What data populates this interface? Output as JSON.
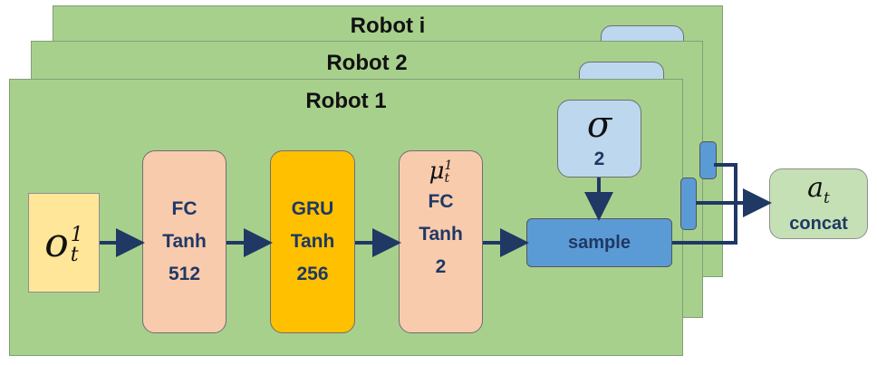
{
  "panels": {
    "robot_i": "Robot i",
    "robot_2": "Robot 2",
    "robot_1": "Robot 1"
  },
  "observation": {
    "symbol": "o",
    "superscript": "1",
    "subscript": "t"
  },
  "layers": {
    "fc1": {
      "line1": "FC",
      "line2": "Tanh",
      "line3": "512"
    },
    "gru": {
      "line1": "GRU",
      "line2": "Tanh",
      "line3": "256"
    },
    "fc2": {
      "mu_symbol": "μ",
      "mu_superscript": "1",
      "mu_subscript": "t",
      "line1": "FC",
      "line2": "Tanh",
      "line3": "2"
    }
  },
  "sigma": {
    "symbol": "σ",
    "value": "2"
  },
  "sample": {
    "label": "sample"
  },
  "output": {
    "symbol": "a",
    "subscript": "t",
    "label": "concat"
  },
  "colors": {
    "panel": "#a8d08d",
    "observation": "#ffe699",
    "fc": "#f8cbad",
    "gru": "#ffc000",
    "sigma": "#bdd7ee",
    "sample": "#5b9bd5",
    "output": "#c5e0b4",
    "arrow": "#1f3864"
  }
}
